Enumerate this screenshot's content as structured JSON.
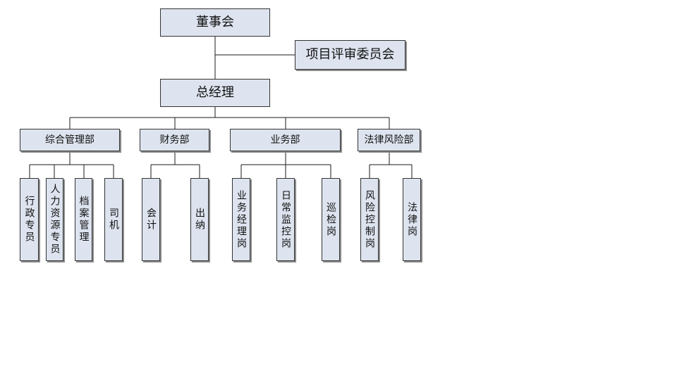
{
  "org_chart": {
    "board": "董事会",
    "committee": "项目评审委员会",
    "general_manager": "总经理",
    "departments": [
      {
        "name": "综合管理部",
        "positions": [
          "行政专员",
          "人力资源专员",
          "档案管理",
          "司机"
        ]
      },
      {
        "name": "财务部",
        "positions": [
          "会计",
          "出纳"
        ]
      },
      {
        "name": "业务部",
        "positions": [
          "业务经理岗",
          "日常监控岗",
          "巡检岗"
        ]
      },
      {
        "name": "法律风险部",
        "positions": [
          "风险控制岗",
          "法律岗"
        ]
      }
    ]
  },
  "colors": {
    "box_fill": "#dde4ef",
    "box_border": "#333333",
    "connector": "#1a1a1a"
  }
}
